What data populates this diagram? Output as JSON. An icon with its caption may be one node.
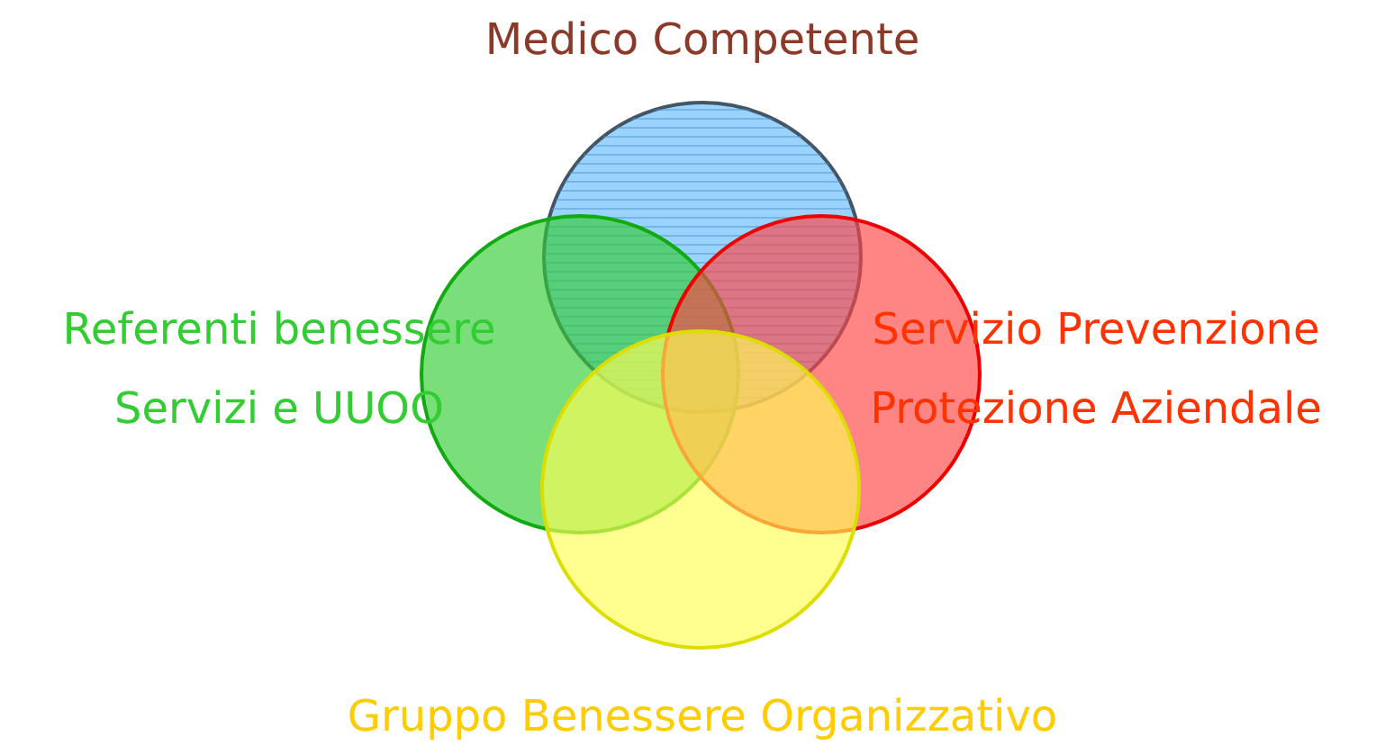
{
  "diagram": {
    "nodes": [
      {
        "text": [
          "Medico Competente"
        ]
      },
      {
        "text": [
          "Referenti benessere Servizi e UUOO"
        ]
      },
      {
        "text": [
          "Servizio Prevenzione Protezione Aziendale"
        ]
      },
      {
        "text": [
          "Gruppo Benessere Organizzativo"
        ]
      }
    ]
  }
}
